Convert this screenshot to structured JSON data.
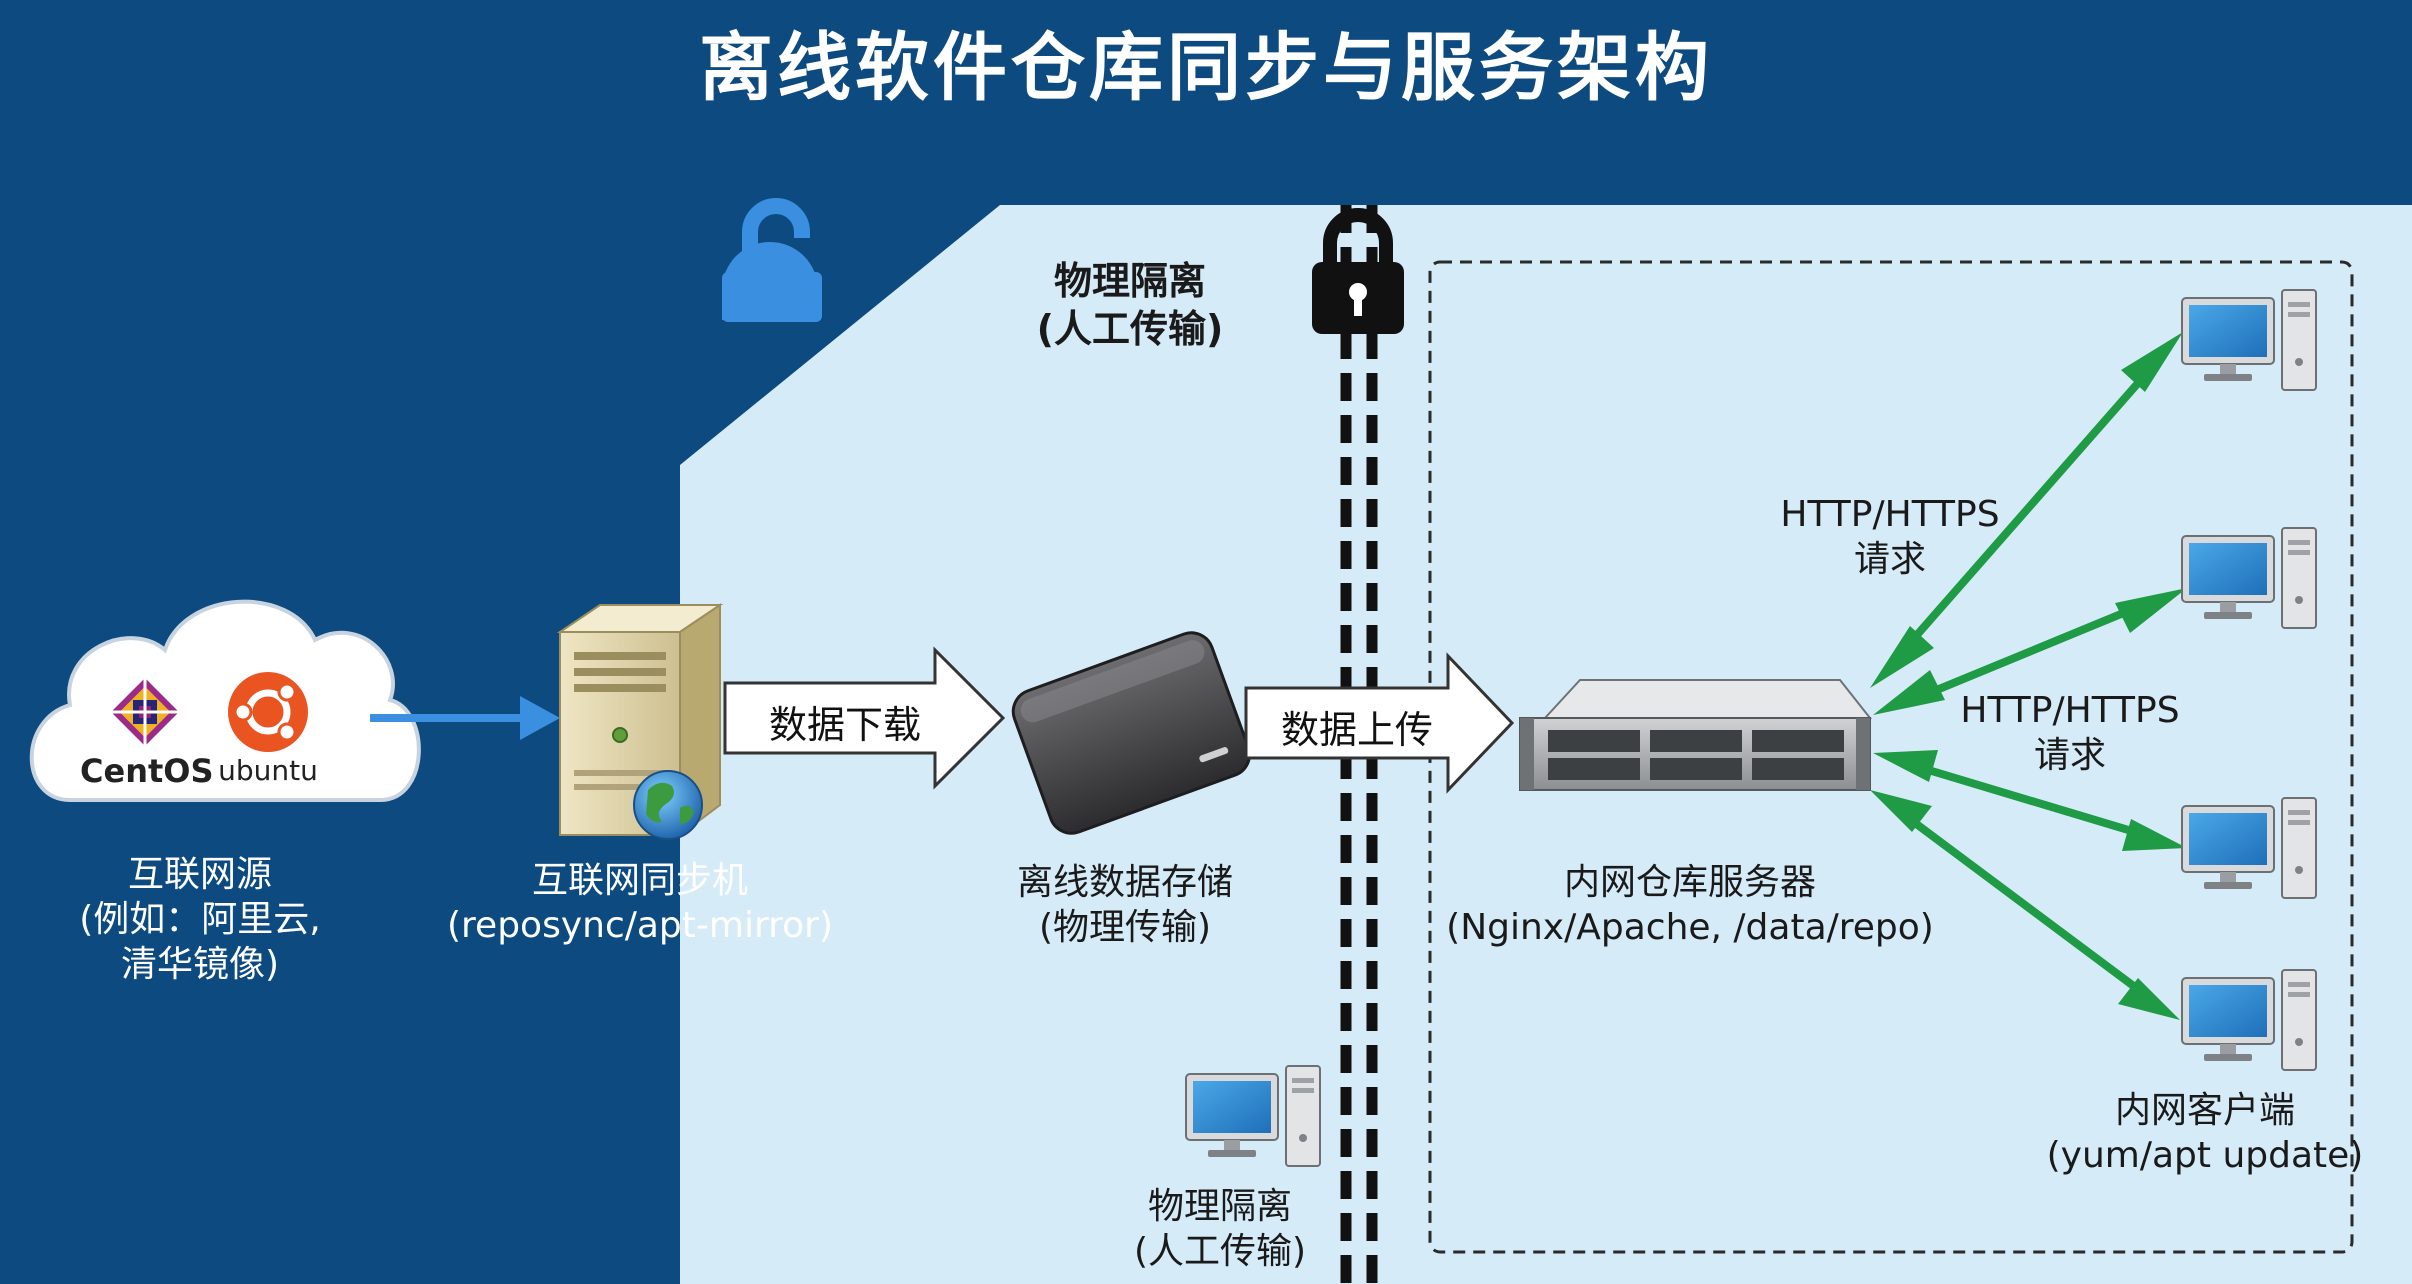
{
  "title": "离线软件仓库同步与服务架构",
  "colors": {
    "background": "#0c4a80",
    "isolated_zone": "#d6ebf8",
    "arrow_green": "#1f9a45",
    "arrow_blue": "#3a8fe0",
    "lock_blue": "#3a8fe0",
    "lock_black": "#111111"
  },
  "internet_source": {
    "logos": [
      "CentOS",
      "ubuntu"
    ],
    "label_lines": [
      "互联网源",
      "(例如：阿里云,",
      "清华镜像)"
    ],
    "icon": "cloud-icon"
  },
  "sync_machine": {
    "label_lines": [
      "互联网同步机",
      "(reposync/apt-mirror)"
    ],
    "icon": "tower-server-icon"
  },
  "download_arrow": {
    "label": "数据下载"
  },
  "offline_storage": {
    "label_lines": [
      "离线数据存储",
      "(物理传输)"
    ],
    "icon": "external-drive-icon"
  },
  "isolation_top": {
    "label_lines": [
      "物理隔离",
      "(人工传输)"
    ]
  },
  "upload_arrow": {
    "label": "数据上传"
  },
  "repo_server": {
    "label_lines": [
      "内网仓库服务器",
      "(Nginx/Apache, /data/repo)"
    ],
    "icon": "rack-server-icon"
  },
  "http_labels": [
    {
      "lines": [
        "HTTP/HTTPS",
        "请求"
      ]
    },
    {
      "lines": [
        "HTTP/HTTPS",
        "请求"
      ]
    }
  ],
  "clients": {
    "label_lines": [
      "内网客户端",
      "(yum/apt update)"
    ],
    "count": 4
  },
  "isolation_bottom": {
    "label_lines": [
      "物理隔离",
      "(人工传输)"
    ]
  }
}
